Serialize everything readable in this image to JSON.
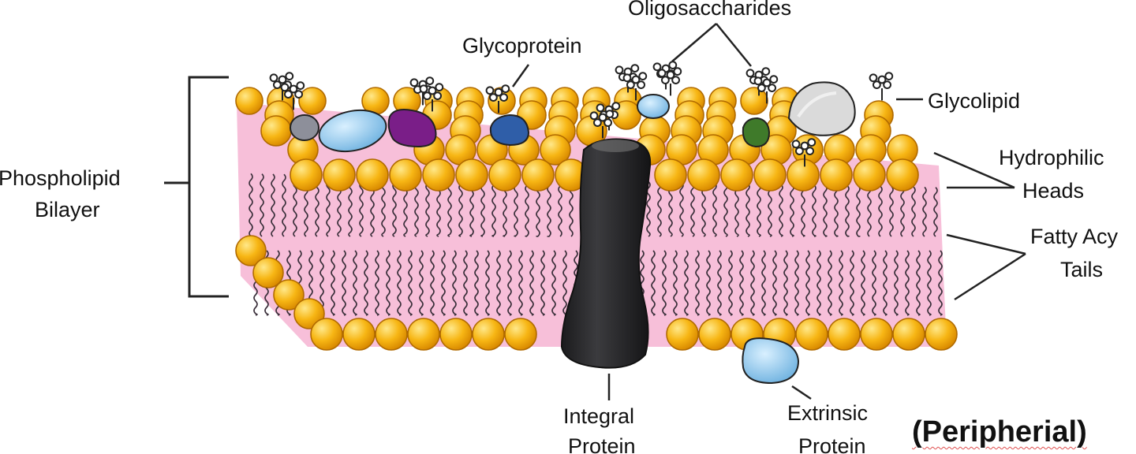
{
  "labels": {
    "oligosaccharides": "Oligosaccharides",
    "glycoprotein": "Glycoprotein",
    "glycolipid": "Glycolipid",
    "phospholipid_line1": "Phospholipid",
    "phospholipid_line2": "Bilayer",
    "hydrophilic_line1": "Hydrophilic",
    "hydrophilic_line2": "Heads",
    "fatty_line1": "Fatty Acy",
    "fatty_line2": "Tails",
    "integral_line1": "Integral",
    "integral_line2": "Protein",
    "extrinsic_line1": "Extrinsic",
    "extrinsic_line2": "Protein",
    "peripherial": "(Peripherial)"
  },
  "colors": {
    "head_fill": "#f5b50f",
    "head_stroke": "#b06a00",
    "bilayer_pink": "#f7bfd9",
    "integral_protein": "#2e2e30",
    "extrinsic_protein": "#7fc0e6",
    "glycoprotein_blue": "#2f5ea8",
    "purple_protein": "#7a1e88",
    "green_protein": "#3f7a2a",
    "grey_protein": "#d9d9d9"
  }
}
